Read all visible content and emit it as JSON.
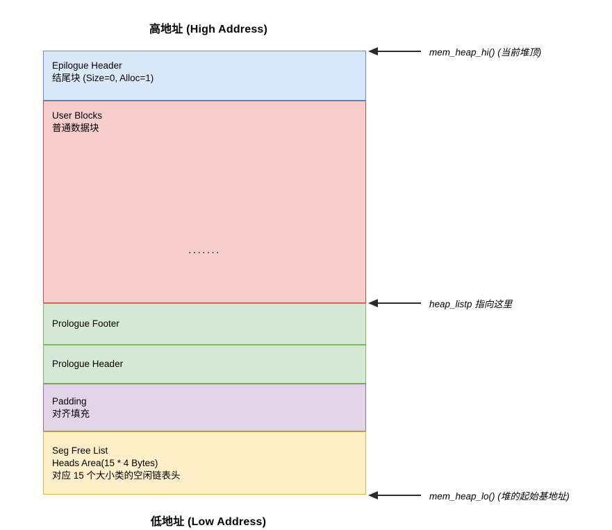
{
  "diagram": {
    "top_label": "高地址 (High Address)",
    "bottom_label": "低地址 (Low Address)",
    "ellipsis": ".......",
    "colors": {
      "epilogue_fill": "#dae8fc",
      "epilogue_stroke": "#6c8ebf",
      "user_fill": "#f8cecc",
      "user_stroke": "#b85450",
      "prologue_fill": "#d5e8d4",
      "prologue_stroke": "#82b366",
      "padding_fill": "#e1d5e7",
      "padding_stroke": "#9673a6",
      "seg_fill": "#ffeec8",
      "seg_stroke": "#d6b656",
      "arrow": "#2a2a2a"
    },
    "blocks": [
      {
        "id": "epilogue",
        "title": "Epilogue Header",
        "subtitle": "结尾块 (Size=0, Alloc=1)"
      },
      {
        "id": "user-blocks",
        "title": "User Blocks",
        "subtitle": "普通数据块"
      },
      {
        "id": "prologue-footer",
        "title": "Prologue Footer",
        "subtitle": ""
      },
      {
        "id": "prologue-header",
        "title": "Prologue Header",
        "subtitle": ""
      },
      {
        "id": "padding",
        "title": "Padding",
        "subtitle": "对齐填充"
      },
      {
        "id": "seg-free-list",
        "title": "Seg Free List",
        "subtitle": "Heads Area(15 * 4 Bytes)",
        "subtitle2": "对应 15 个大小类的空闲链表头"
      }
    ],
    "annotations": [
      {
        "id": "mem-heap-hi",
        "text": "mem_heap_hi() (当前堆顶)"
      },
      {
        "id": "heap-listp",
        "text": "heap_listp 指向这里"
      },
      {
        "id": "mem-heap-lo",
        "text": "mem_heap_lo() (堆的起始基地址)"
      }
    ]
  }
}
